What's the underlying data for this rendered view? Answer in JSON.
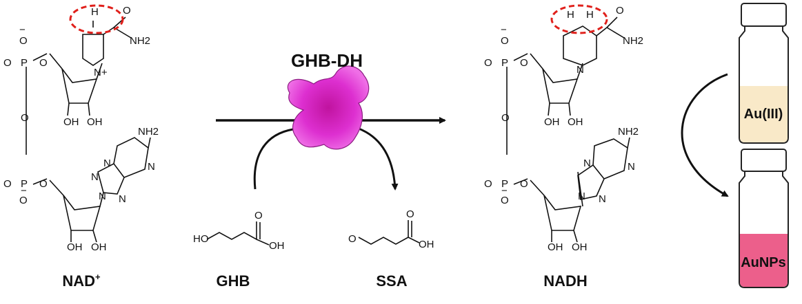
{
  "labels": {
    "nad": "NAD+",
    "ghb": "GHB",
    "ssa": "SSA",
    "nadh": "NADH",
    "enzyme": "GHB-DH",
    "vial_top": "Au(III)",
    "vial_bottom": "AuNPs"
  },
  "atoms": {
    "P": "P",
    "O": "O",
    "N": "N",
    "H": "H",
    "nh2": "NH2",
    "oh": "OH",
    "ho": "HO",
    "n_plus": "N+",
    "minus": "−"
  },
  "colors": {
    "highlight": "#e0201b",
    "enzyme": "#d21cc4",
    "vial_gold": "#f9e9c8",
    "vial_pink": "#ec5f8b"
  }
}
